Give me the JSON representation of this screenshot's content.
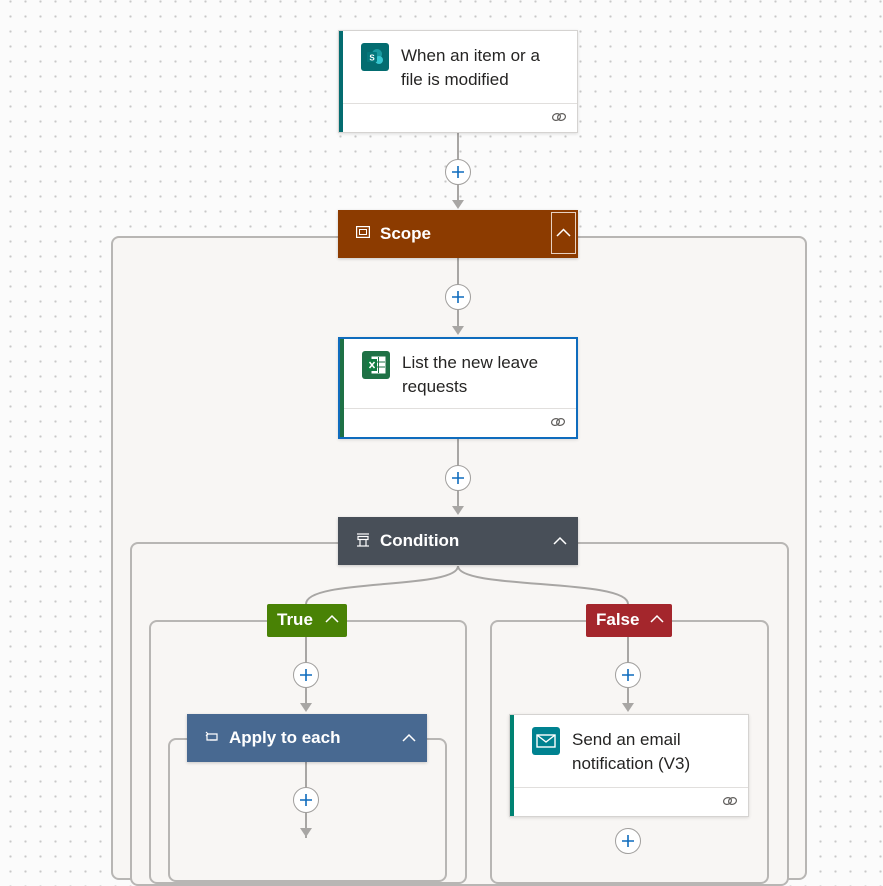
{
  "trigger": {
    "title": "When an item or a file is modified",
    "icon": "sharepoint-icon",
    "accent": "#036c70"
  },
  "scope": {
    "title": "Scope",
    "color": "#8c3b00",
    "icon": "scope-icon"
  },
  "list_action": {
    "title": "List the new leave requests",
    "icon": "excel-icon",
    "accent": "#1e7145"
  },
  "condition": {
    "title": "Condition",
    "color": "#484f58",
    "icon": "condition-icon"
  },
  "true_branch": {
    "label": "True",
    "color": "#498205"
  },
  "false_branch": {
    "label": "False",
    "color": "#a4262c"
  },
  "apply_each": {
    "title": "Apply to each",
    "color": "#486991",
    "icon": "loop-icon"
  },
  "email_action": {
    "title": "Send an email notification (V3)",
    "icon": "mail-icon",
    "accent": "#008272"
  }
}
